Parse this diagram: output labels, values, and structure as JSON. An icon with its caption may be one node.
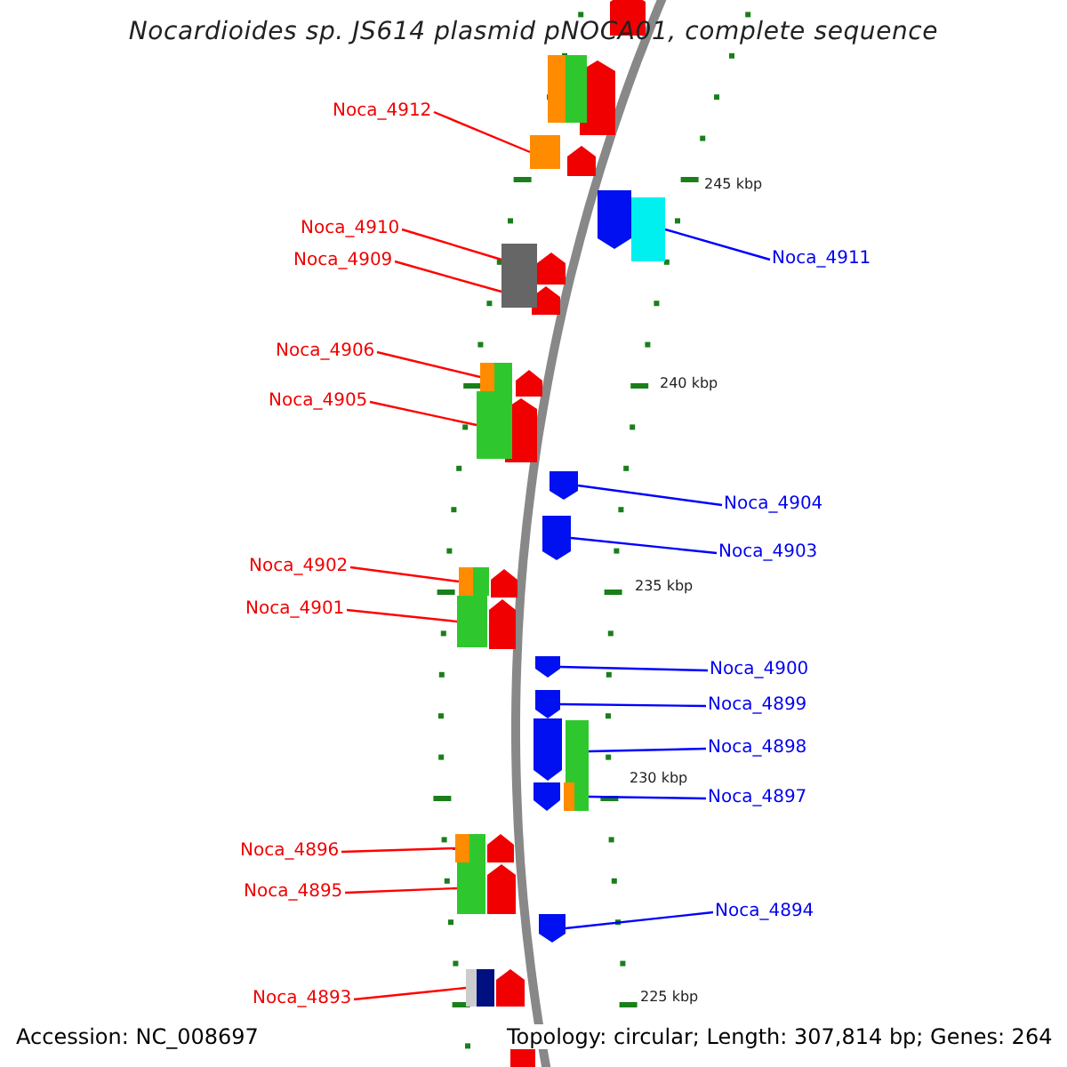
{
  "diagram": {
    "title": "Nocardioides sp. JS614 plasmid pNOCA01, complete sequence",
    "nodes": [
      {
        "text": [
          "Noca_4912"
        ]
      },
      {
        "text": [
          "Noca_4910"
        ]
      },
      {
        "text": [
          "Noca_4911"
        ]
      },
      {
        "text": [
          "Noca_4909"
        ]
      },
      {
        "text": [
          "Noca_4906"
        ]
      },
      {
        "text": [
          "Noca_4905"
        ]
      },
      {
        "text": [
          "Noca_4904"
        ]
      },
      {
        "text": [
          "Noca_4903"
        ]
      },
      {
        "text": [
          "Noca_4902"
        ]
      },
      {
        "text": [
          "Noca_4901"
        ]
      },
      {
        "text": [
          "Noca_4900"
        ]
      },
      {
        "text": [
          "Noca_4899"
        ]
      },
      {
        "text": [
          "Noca_4898"
        ]
      },
      {
        "text": [
          "Noca_4897"
        ]
      },
      {
        "text": [
          "Noca_4896"
        ]
      },
      {
        "text": [
          "Noca_4895"
        ]
      },
      {
        "text": [
          "Noca_4894"
        ]
      },
      {
        "text": [
          "Noca_4893"
        ]
      },
      {
        "text": [],
        "shape": "box"
      },
      {
        "text": [],
        "shape": "box"
      },
      {
        "text": [],
        "shape": "box"
      },
      {
        "text": [],
        "shape": "box"
      },
      {
        "text": [],
        "shape": "box"
      },
      {
        "text": [],
        "shape": "box"
      },
      {
        "text": [],
        "shape": "pentagon"
      },
      {
        "text": [],
        "shape": "pentagon"
      },
      {
        "text": [],
        "shape": "box"
      },
      {
        "text": [],
        "shape": "box"
      },
      {
        "text": [],
        "shape": "pentagon"
      },
      {
        "text": [],
        "shape": "pentagon"
      },
      {
        "text": [],
        "shape": "box"
      },
      {
        "text": [],
        "shape": "box"
      },
      {
        "text": [],
        "shape": "box"
      },
      {
        "text": [],
        "shape": "box"
      },
      {
        "text": [],
        "shape": "pentagon"
      },
      {
        "text": [],
        "shape": "box"
      }
    ],
    "edges": [
      {
        "from": 0,
        "to": 18,
        "arrow": "none",
        "color": "#ff0000"
      },
      {
        "from": 1,
        "to": 19,
        "arrow": "none",
        "color": "#ff0000"
      },
      {
        "from": 2,
        "to": 20,
        "arrow": "none",
        "color": "#0000ff"
      },
      {
        "from": 3,
        "to": 21,
        "arrow": "none",
        "color": "#ff0000"
      },
      {
        "from": 4,
        "to": 22,
        "arrow": "none",
        "color": "#ff0000"
      },
      {
        "from": 5,
        "to": 23,
        "arrow": "none",
        "color": "#ff0000"
      },
      {
        "from": 6,
        "to": 24,
        "arrow": "none",
        "color": "#0000ff"
      },
      {
        "from": 7,
        "to": 25,
        "arrow": "none",
        "color": "#0000ff"
      },
      {
        "from": 8,
        "to": 26,
        "arrow": "none",
        "color": "#ff0000"
      },
      {
        "from": 9,
        "to": 27,
        "arrow": "none",
        "color": "#ff0000"
      },
      {
        "from": 10,
        "to": 28,
        "arrow": "none",
        "color": "#0000ff"
      },
      {
        "from": 11,
        "to": 29,
        "arrow": "none",
        "color": "#0000ff"
      },
      {
        "from": 12,
        "to": 30,
        "arrow": "none",
        "color": "#0000ff"
      },
      {
        "from": 13,
        "to": 31,
        "arrow": "none",
        "color": "#0000ff"
      },
      {
        "from": 14,
        "to": 32,
        "arrow": "none",
        "color": "#ff0000"
      },
      {
        "from": 15,
        "to": 33,
        "arrow": "none",
        "color": "#ff0000"
      },
      {
        "from": 16,
        "to": 34,
        "arrow": "none",
        "color": "#0000ff"
      },
      {
        "from": 17,
        "to": 35,
        "arrow": "none",
        "color": "#ff0000"
      }
    ],
    "labels": [
      "245 kbp",
      "240 kbp",
      "235 kbp",
      "230 kbp",
      "225 kbp",
      "Accession: NC_008697",
      "Topology: circular; Length: 307,814 bp; Genes: 264"
    ]
  }
}
